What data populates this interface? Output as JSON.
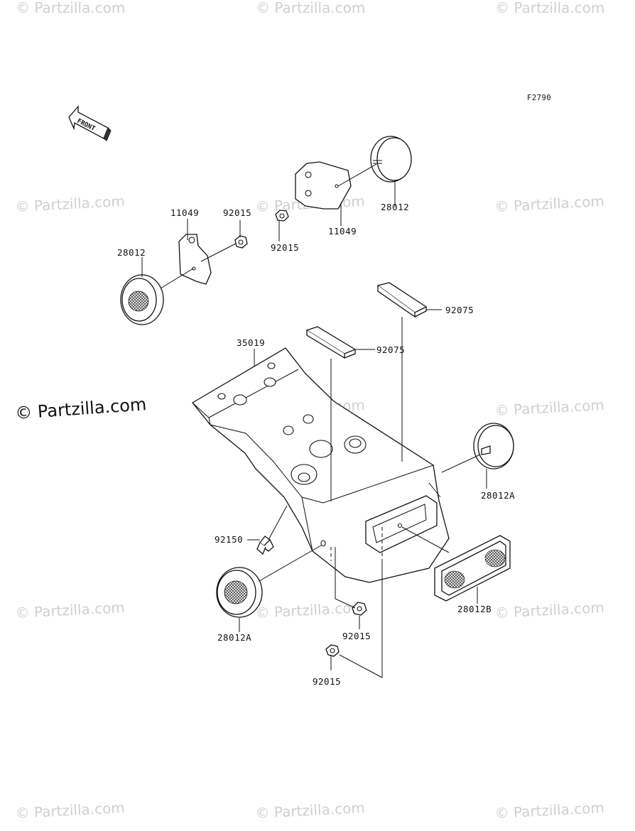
{
  "diagram": {
    "code": "F2790",
    "front_label": "FRONT",
    "watermark": "© Partzilla.com",
    "watermark_main": "© Partzilla.com",
    "labels": {
      "p11049_left": "11049",
      "p92015_top_left": "92015",
      "p28012_left": "28012",
      "p92015_mid": "92015",
      "p11049_right": "11049",
      "p28012_right": "28012",
      "p92075_top": "92075",
      "p92075_mid": "92075",
      "p35019": "35019",
      "p28012A_right": "28012A",
      "p92150": "92150",
      "p28012A_left": "28012A",
      "p28012B": "28012B",
      "p92015_bottom": "92015",
      "p92015_lowest": "92015"
    }
  }
}
